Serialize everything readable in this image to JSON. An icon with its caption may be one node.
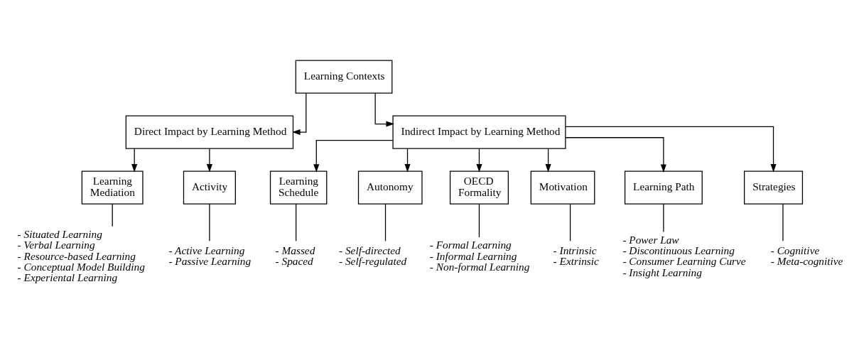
{
  "diagram": {
    "nodes": [
      {
        "text": [
          "Learning Contexts"
        ]
      },
      {
        "text": [
          "Direct Impact by Learning Method"
        ]
      },
      {
        "text": [
          "Indirect Impact by Learning Method"
        ]
      },
      {
        "text": [
          "Learning Mediation"
        ]
      },
      {
        "text": [
          "Activity"
        ]
      },
      {
        "text": [
          "Learning Schedule"
        ]
      },
      {
        "text": [
          "Autonomy"
        ]
      },
      {
        "text": [
          "OECD Formality"
        ]
      },
      {
        "text": [
          "Motivation"
        ]
      },
      {
        "text": [
          "Learning Path"
        ]
      },
      {
        "text": [
          "Strategies"
        ]
      },
      {
        "text": [
          "- Situated Learning",
          "- Verbal Learning",
          "- Resource-based Learning",
          "- Conceptual Model Building",
          "- Experiental Learning"
        ]
      },
      {
        "text": [
          "- Active Learning",
          "- Passive Learning"
        ]
      },
      {
        "text": [
          "- Massed",
          "- Spaced"
        ]
      },
      {
        "text": [
          "- Self-directed",
          "- Self-regulated"
        ]
      },
      {
        "text": [
          "- Formal Learning",
          "- Informal Learning",
          "- Non-formal Learning"
        ]
      },
      {
        "text": [
          "- Intrinsic",
          "- Extrinsic"
        ]
      },
      {
        "text": [
          "- Power Law",
          "- Discontinuous Learning",
          "- Consumer Learning Curve",
          "- Insight Learning"
        ]
      },
      {
        "text": [
          "- Cognitive",
          "- Meta-cognitive"
        ]
      }
    ],
    "edges": [
      {
        "from": 0,
        "to": 1,
        "arrow": "to"
      },
      {
        "from": 0,
        "to": 2,
        "arrow": "to"
      },
      {
        "from": 1,
        "to": 3,
        "arrow": "to"
      },
      {
        "from": 1,
        "to": 4,
        "arrow": "to"
      },
      {
        "from": 2,
        "to": 5,
        "arrow": "to"
      },
      {
        "from": 2,
        "to": 6,
        "arrow": "to"
      },
      {
        "from": 2,
        "to": 7,
        "arrow": "to"
      },
      {
        "from": 2,
        "to": 8,
        "arrow": "to"
      },
      {
        "from": 2,
        "to": 9,
        "arrow": "to"
      },
      {
        "from": 2,
        "to": 10,
        "arrow": "to"
      },
      {
        "from": 3,
        "to": 11,
        "arrow": "none"
      },
      {
        "from": 4,
        "to": 12,
        "arrow": "none"
      },
      {
        "from": 5,
        "to": 13,
        "arrow": "none"
      },
      {
        "from": 6,
        "to": 14,
        "arrow": "none"
      },
      {
        "from": 7,
        "to": 15,
        "arrow": "none"
      },
      {
        "from": 8,
        "to": 16,
        "arrow": "none"
      },
      {
        "from": 9,
        "to": 17,
        "arrow": "none"
      },
      {
        "from": 10,
        "to": 18,
        "arrow": "none"
      }
    ]
  }
}
